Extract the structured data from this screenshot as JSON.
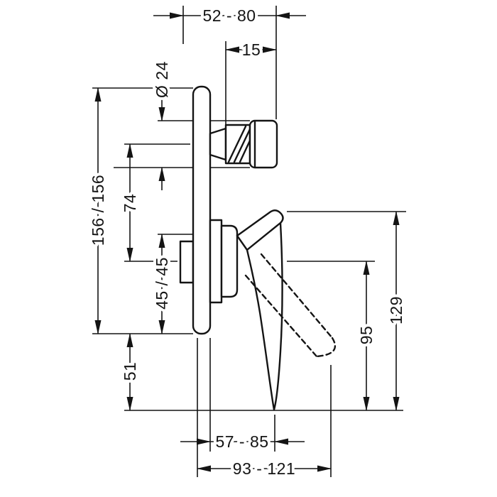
{
  "drawing": {
    "type": "technical-dimension-drawing",
    "subject": "concealed-single-lever-mixer-side-view",
    "line_color": "#141414",
    "background": "#ffffff",
    "labels": {
      "top_depth_range": "52 - 80",
      "front_offset": "15",
      "spout_diameter": "Ø 24",
      "plate_span": "156 / 156",
      "spout_to_lever": "74",
      "lever_axis_offsets": "45 / 45",
      "below_plate": "51",
      "lever_drop": "95",
      "lever_overall": "129",
      "bottom_depth_range": "57 - 85",
      "bottom_reach_range": "93 - 121"
    }
  }
}
